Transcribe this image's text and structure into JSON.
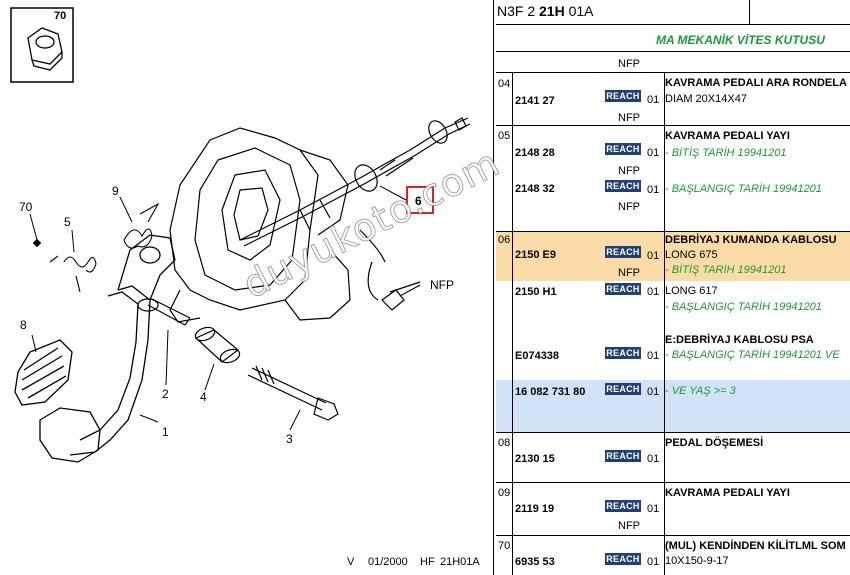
{
  "diagram": {
    "callouts": [
      "70",
      "9",
      "5",
      "8",
      "2",
      "4",
      "1",
      "3",
      "6",
      "NFP"
    ],
    "inset_label": "70",
    "footer": {
      "v": "V",
      "date": "01/2000",
      "hf": "HF",
      "code": "21H01A"
    }
  },
  "watermark": "duyukoto.com",
  "header": {
    "code_prefix": "N3F 2",
    "code_bold": "21H",
    "code_suffix": "01A",
    "section_title": "MA MEKANİK VİTES KUTUSU"
  },
  "columns": {
    "nfp": "NFP"
  },
  "colors": {
    "reach_badge": "#1f3f78",
    "note_green": "#1a9a3a",
    "highlight_orange": "#fbdca6",
    "highlight_blue": "#d3e2f6",
    "callout_box": "#e0202a"
  },
  "rows": [
    {
      "num": "04",
      "title": "KAVRAMA PEDALI ARA RONDELA",
      "ref": "2141 27",
      "badge": "REACH",
      "qty": "01",
      "desc": "DIAM 20X14X47",
      "nfp": "NFP"
    },
    {
      "num": "05",
      "title": "KAVRAMA PEDALI YAYI",
      "ref": "2148 28",
      "badge": "REACH",
      "qty": "01",
      "note": "- BİTİŞ TARİH 19941201",
      "nfp": "NFP"
    },
    {
      "ref": "2148 32",
      "badge": "REACH",
      "qty": "01",
      "note": "- BAŞLANGIÇ TARİH 19941201",
      "nfp": "NFP"
    },
    {
      "num": "06",
      "title": "DEBRİYAJ KUMANDA KABLOSU",
      "ref": "2150 E9",
      "badge": "REACH",
      "qty": "01",
      "desc": "LONG 675",
      "nfp": "NFP",
      "note": "- BİTİŞ TARİH 19941201"
    },
    {
      "ref": "2150 H1",
      "badge": "REACH",
      "qty": "01",
      "desc": "LONG 617",
      "note": "- BAŞLANGIÇ TARİH 19941201"
    },
    {
      "title": "E:DEBRİYAJ KABLOSU PSA",
      "ref": "E074338",
      "badge": "REACH",
      "qty": "01",
      "note": "- BAŞLANGIÇ TARİH 19941201 VE"
    },
    {
      "ref": "16 082 731 80",
      "badge": "REACH",
      "qty": "01",
      "note": "- VE YAŞ >= 3"
    },
    {
      "num": "08",
      "title": "PEDAL DÖŞEMESİ",
      "ref": "2130 15",
      "badge": "REACH",
      "qty": "01"
    },
    {
      "num": "09",
      "title": "KAVRAMA PEDALI YAYI",
      "ref": "2119 19",
      "badge": "REACH",
      "qty": "01",
      "nfp": "NFP"
    },
    {
      "num": "70",
      "title": "(MUL) KENDİNDEN KİLİTLML SOM",
      "ref": "6935 53",
      "badge": "REACH",
      "qty": "01",
      "desc": "10X150-9-17"
    }
  ]
}
